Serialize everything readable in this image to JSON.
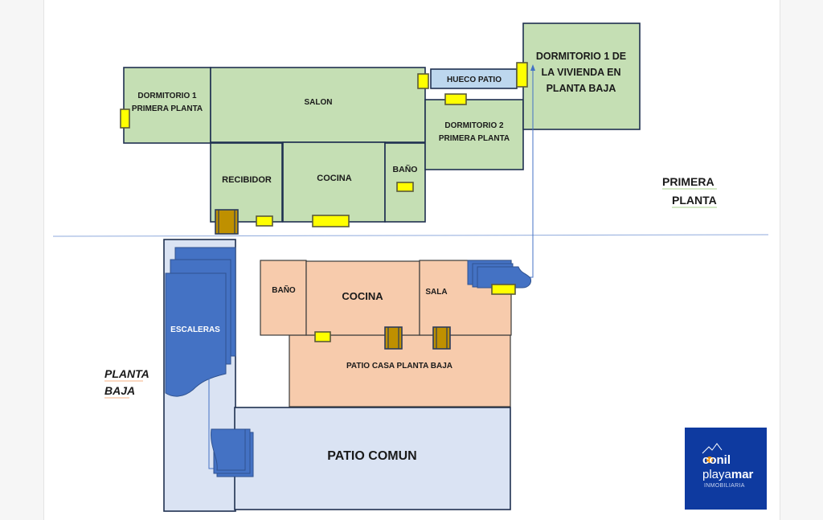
{
  "colors": {
    "first_floor_room": "#c5dfb4",
    "ground_floor_room": "#f7cbac",
    "common_area": "#dae3f3",
    "hueco_patio": "#bdd7ee",
    "window": "#ffff00",
    "door": "#bf9000",
    "stairs": "#4472c4",
    "logo_bg": "#0e3aa0",
    "logo_accent": "#f39200"
  },
  "floors": {
    "first": {
      "label_line1": "PRIMERA",
      "label_line2": "PLANTA"
    },
    "ground": {
      "label_line1": "PLANTA",
      "label_line2": "BAJA"
    }
  },
  "first_floor_rooms": {
    "dormitorio1": {
      "line1": "DORMITORIO  1",
      "line2": "PRIMERA PLANTA"
    },
    "salon": "SALON",
    "recibidor": "RECIBIDOR",
    "cocina": "COCINA",
    "bano": "BAÑO",
    "hueco_patio": "HUECO PATIO",
    "dormitorio2": {
      "line1": "DORMITORIO 2",
      "line2": "PRIMERA PLANTA"
    },
    "dormitorio_pb": {
      "line1": "DORMITORIO 1 DE",
      "line2": "LA VIVIENDA EN",
      "line3": "PLANTA BAJA"
    }
  },
  "ground_floor_rooms": {
    "bano": "BAÑO",
    "cocina": "COCINA",
    "sala": "SALA",
    "patio_casa": "PATIO CASA PLANTA BAJA",
    "escaleras": "ESCALERAS",
    "patio_comun": "PATIO COMUN"
  },
  "logo": {
    "line1": "conil",
    "line2_light": "playa",
    "line2_bold": "mar",
    "line3": "INMOBILIARIA"
  }
}
